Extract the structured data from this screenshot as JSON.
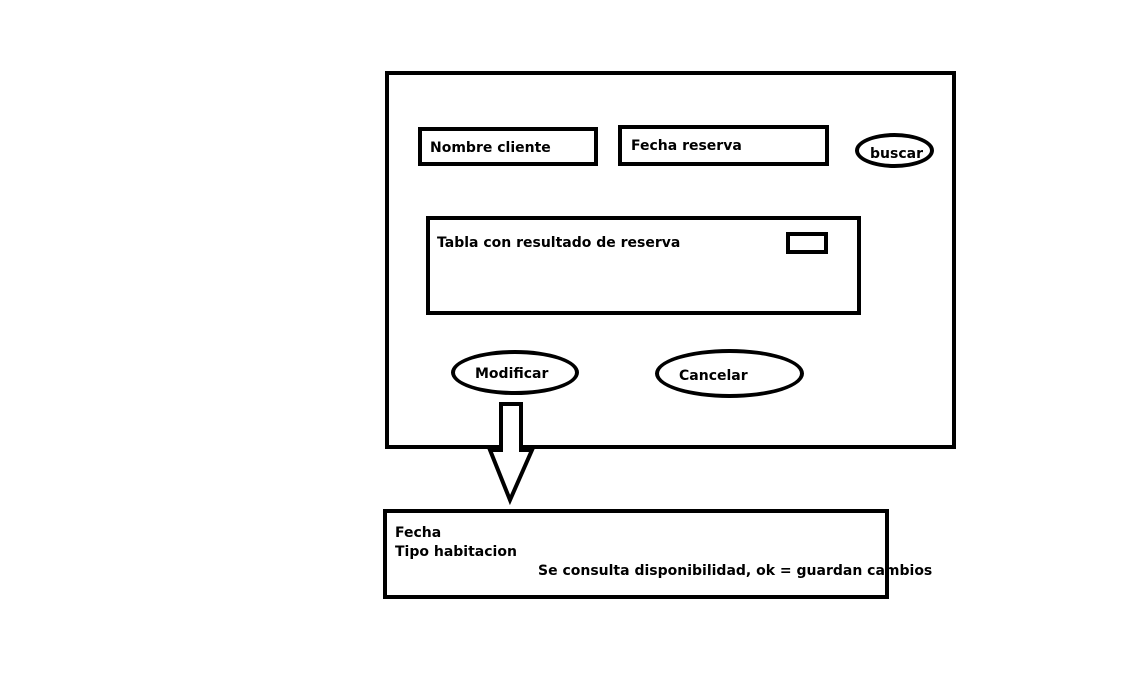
{
  "form": {
    "nombre_cliente_label": "Nombre cliente",
    "fecha_reserva_label": "Fecha reserva",
    "buscar_label": "buscar"
  },
  "results": {
    "table_label": "Tabla con resultado de reserva"
  },
  "actions": {
    "modificar_label": "Modificar",
    "cancelar_label": "Cancelar"
  },
  "modify_panel": {
    "fecha_label": "Fecha",
    "tipo_label": "Tipo habitacion",
    "note": "Se consulta disponibilidad, ok = guardan cambios"
  }
}
